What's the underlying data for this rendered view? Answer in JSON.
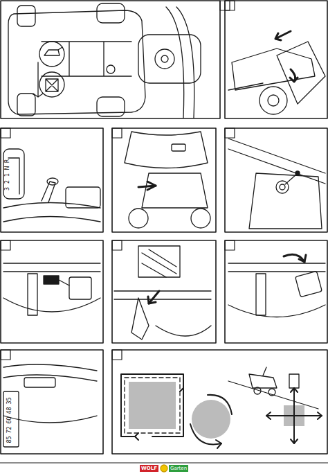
{
  "diagram": {
    "labels": [
      "3",
      "2",
      "1",
      "N",
      "R",
      "85",
      "72",
      "60",
      "48",
      "35",
      "WOLF",
      "Garten"
    ]
  }
}
